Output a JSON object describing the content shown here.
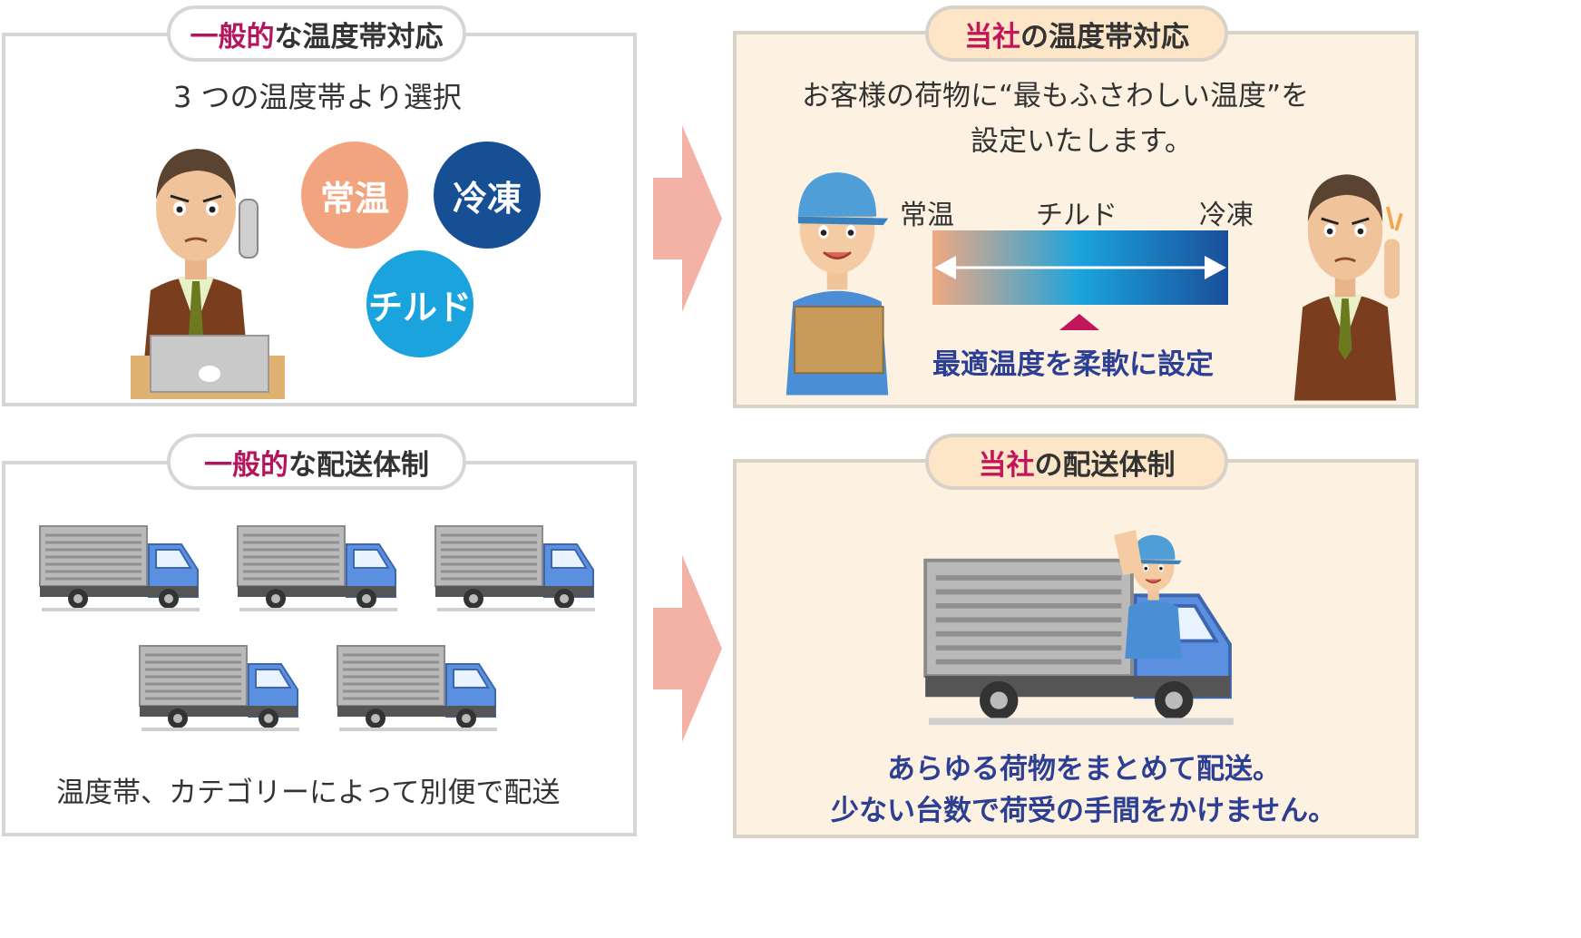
{
  "top_left": {
    "tab_highlight": "一般的",
    "tab_rest": "な温度帯対応",
    "subtitle": "3 つの温度帯より選択",
    "circles": [
      {
        "label": "常温",
        "color": "#f2a47f"
      },
      {
        "label": "冷凍",
        "color": "#174f95"
      },
      {
        "label": "チルド",
        "color": "#1ba3dd"
      }
    ]
  },
  "top_right": {
    "tab_highlight": "当社",
    "tab_rest": "の温度帯対応",
    "line1": "お客様の荷物に“最もふさわしい温度”を",
    "line2": "設定いたします。",
    "scale_labels": [
      "常温",
      "チルド",
      "冷凍"
    ],
    "caption": "最適温度を柔軟に設定"
  },
  "bottom_left": {
    "tab_highlight": "一般的",
    "tab_rest": "な配送体制",
    "caption": "温度帯、カテゴリーによって別便で配送"
  },
  "bottom_right": {
    "tab_highlight": "当社",
    "tab_rest": "の配送体制",
    "line1": "あらゆる荷物をまとめて配送。",
    "line2": "少ない台数で荷受の手間をかけません。"
  },
  "colors": {
    "highlight": "#b3165c",
    "panel_bg_ours": "#fdf1e2",
    "arrow": "#f4b2a6",
    "caption_blue": "#2c3f93",
    "truck_cab": "#5b8fe0"
  }
}
